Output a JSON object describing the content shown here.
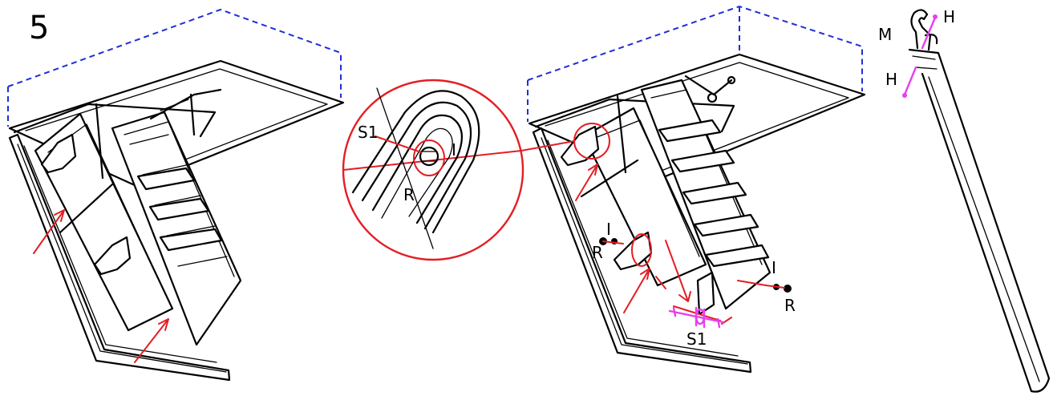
{
  "step": {
    "number": "5"
  },
  "labels": {
    "zoom_s1": "S1",
    "zoom_i": "I",
    "zoom_r": "R",
    "left_i": "I",
    "left_r": "R",
    "right_i": "I",
    "right_r": "R",
    "bottom_s1": "S1",
    "pole_m": "M",
    "pole_h_top": "H",
    "pole_h_mid": "H"
  },
  "colors": {
    "outline": "#000000",
    "ceiling_box": "#1f2fd6",
    "highlight": "#e31e24",
    "part": "#e83ef0"
  }
}
